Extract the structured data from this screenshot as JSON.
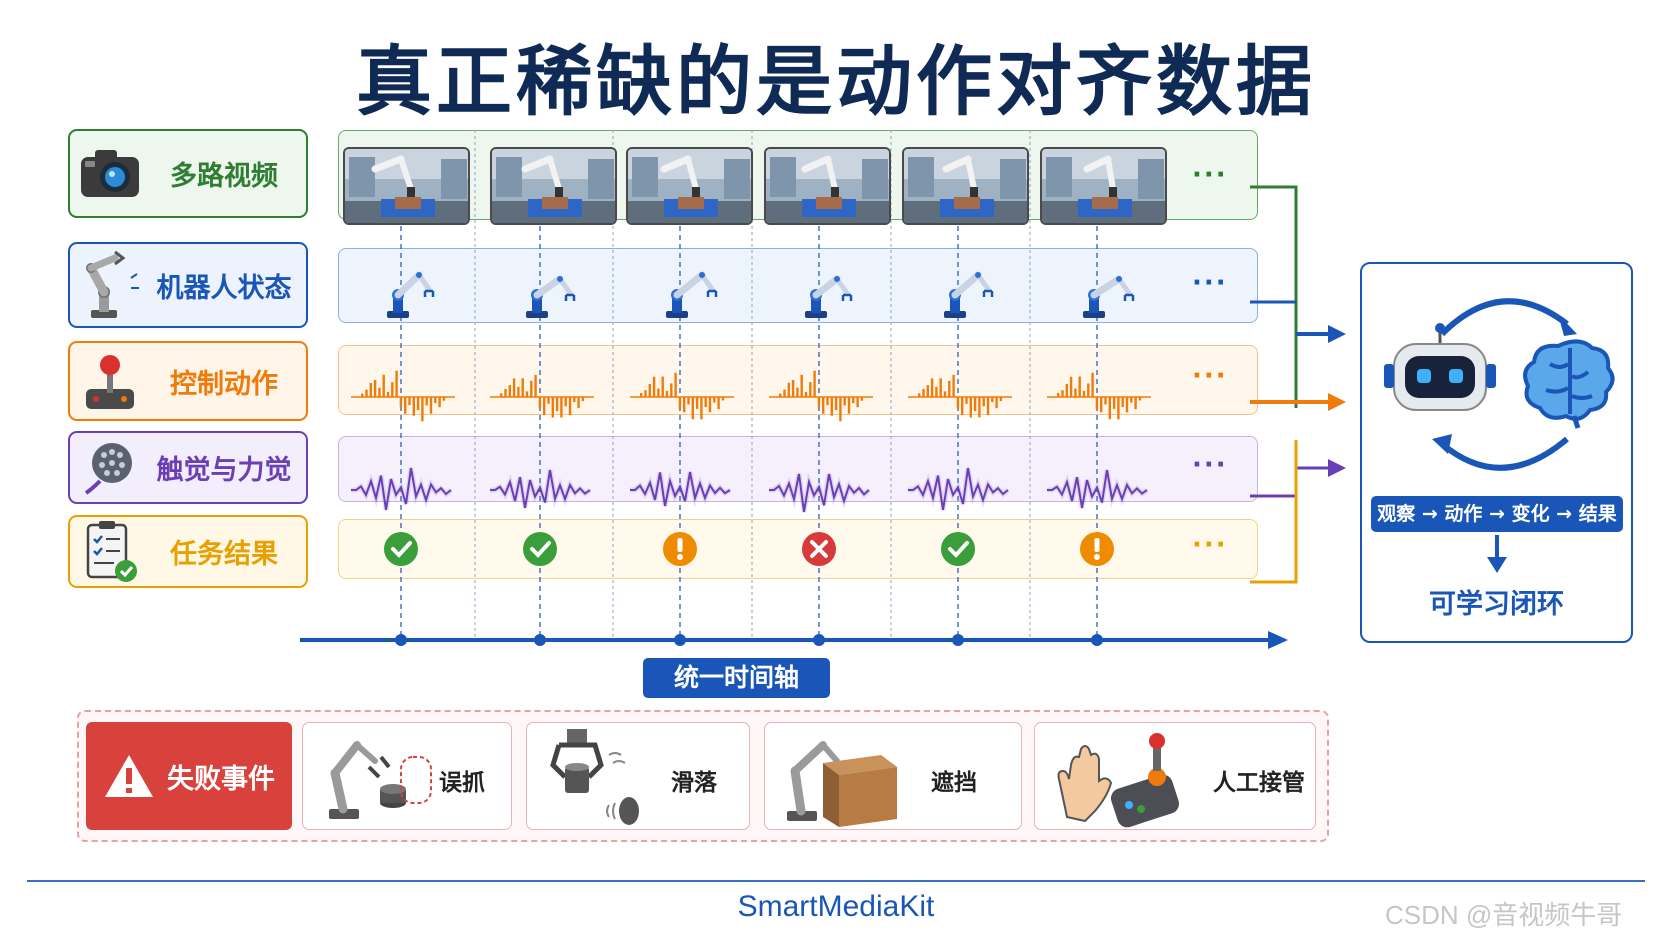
{
  "title": "真正稀缺的是动作对齐数据",
  "rows": [
    {
      "label": "多路视频",
      "color": "#2e7d32",
      "dots": "···"
    },
    {
      "label": "机器人状态",
      "color": "#1a56b8",
      "dots": "···"
    },
    {
      "label": "控制动作",
      "color": "#ef7c0a",
      "dots": "···"
    },
    {
      "label": "触觉与力觉",
      "color": "#6a3fb5",
      "dots": "···"
    },
    {
      "label": "任务结果",
      "color": "#e8a000",
      "dots": "···"
    }
  ],
  "outcomes": [
    "success",
    "success",
    "warning",
    "failure",
    "success",
    "warning"
  ],
  "timeline_label": "统一时间轴",
  "loop": {
    "steps": "观察 → 动作 → 变化 → 结果",
    "result": "可学习闭环"
  },
  "failures": {
    "title": "失败事件",
    "items": [
      {
        "label": "误抓"
      },
      {
        "label": "滑落"
      },
      {
        "label": "遮挡"
      },
      {
        "label": "人工接管"
      }
    ]
  },
  "footer": {
    "brand": "SmartMediaKit",
    "watermark": "CSDN @音视频牛哥"
  },
  "colors": {
    "video": "#2e7d32",
    "state": "#1a56b8",
    "action": "#ef7c0a",
    "tactile": "#6a3fb5",
    "result": "#e8a000",
    "success": "#3a9e3a",
    "warning": "#f08a00",
    "failure": "#d8393a",
    "brand": "#1a56b8"
  }
}
